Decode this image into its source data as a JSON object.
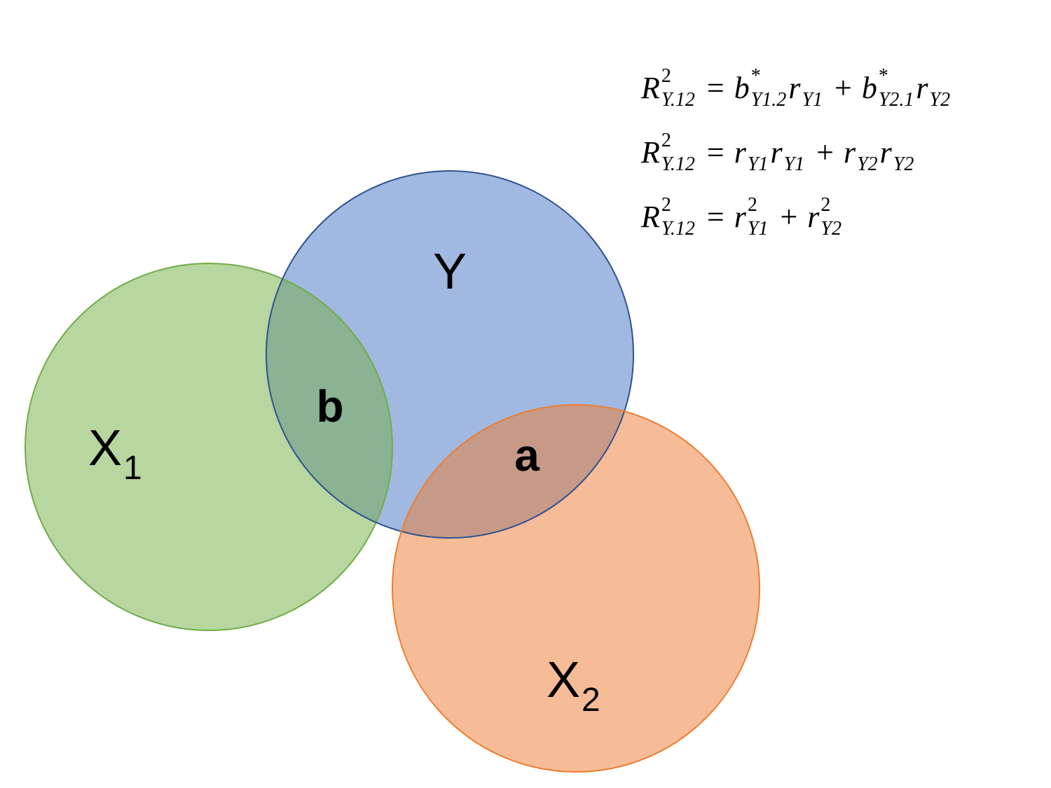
{
  "circles": {
    "y": {
      "label": "Y",
      "fill": "#a1b8e0",
      "stroke": "#2f528f"
    },
    "x1": {
      "label": "X",
      "subscript": "1",
      "fill": "#b7d6a0",
      "stroke": "#70ad47"
    },
    "x2": {
      "label": "X",
      "subscript": "2",
      "fill": "#f6bc98",
      "stroke": "#ed7d31"
    }
  },
  "regions": {
    "b": {
      "label": "b",
      "fill": "#89b393"
    },
    "a": {
      "label": "a",
      "fill": "#c79a88"
    }
  },
  "equations": [
    [
      {
        "t": "R",
        "sup": "2",
        "sub": "Y.12"
      },
      {
        "op": "="
      },
      {
        "t": "b",
        "sup": "*",
        "sub": "Y1.2"
      },
      {
        "t": "r",
        "sub": "Y1"
      },
      {
        "op": "+"
      },
      {
        "t": "b",
        "sup": "*",
        "sub": "Y2.1"
      },
      {
        "t": "r",
        "sub": "Y2"
      }
    ],
    [
      {
        "t": "R",
        "sup": "2",
        "sub": "Y.12"
      },
      {
        "op": "="
      },
      {
        "t": "r",
        "sub": "Y1"
      },
      {
        "t": "r",
        "sub": "Y1"
      },
      {
        "op": "+"
      },
      {
        "t": "r",
        "sub": "Y2"
      },
      {
        "t": "r",
        "sub": "Y2"
      }
    ],
    [
      {
        "t": "R",
        "sup": "2",
        "sub": "Y.12"
      },
      {
        "op": "="
      },
      {
        "t": "r",
        "sup": "2",
        "sub": "Y1"
      },
      {
        "op": "+"
      },
      {
        "t": "r",
        "sup": "2",
        "sub": "Y2"
      }
    ]
  ]
}
